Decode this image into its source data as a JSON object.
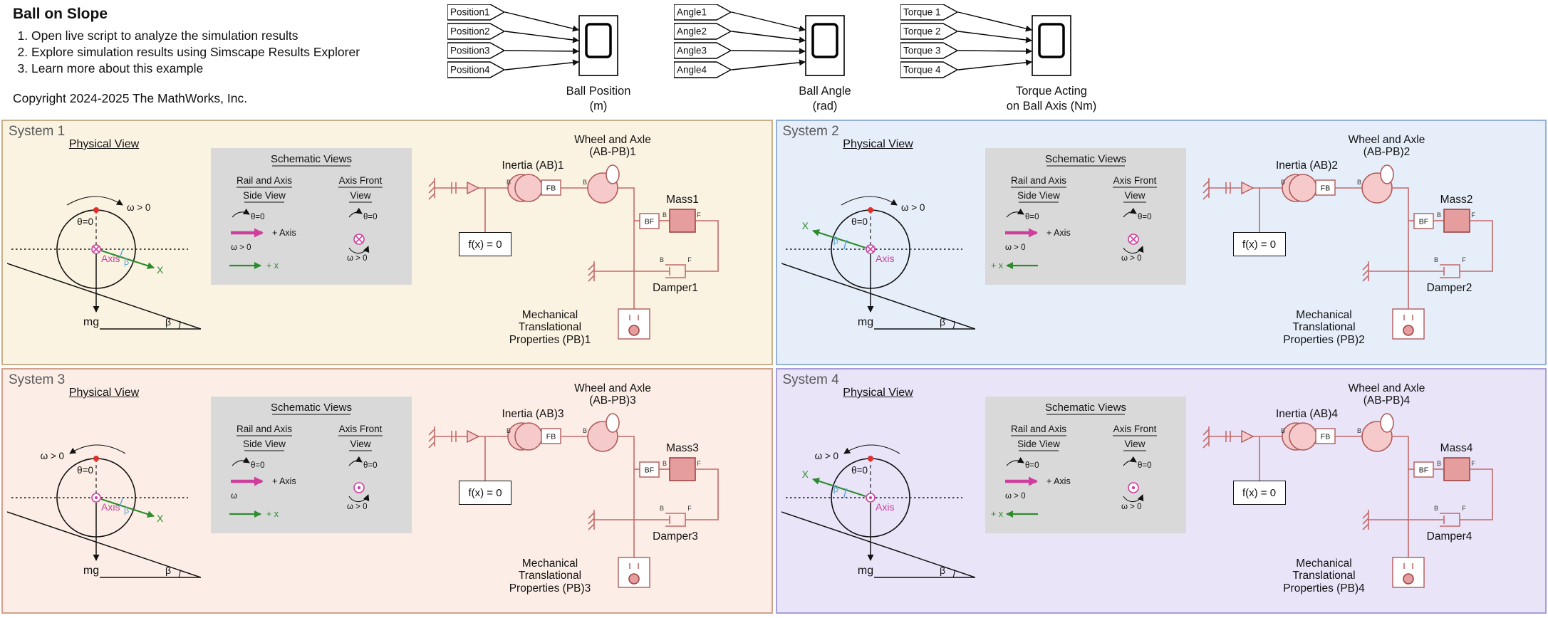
{
  "header": {
    "title": "Ball on Slope",
    "steps": [
      "Open live script to analyze the simulation results",
      "Explore simulation results using Simscape Results Explorer",
      "Learn more about this example"
    ],
    "copyright": "Copyright 2024-2025 The MathWorks, Inc."
  },
  "scopes": [
    {
      "inputs": [
        "Position1",
        "Position2",
        "Position3",
        "Position4"
      ],
      "label1": "Ball Position",
      "label2": "(m)"
    },
    {
      "inputs": [
        "Angle1",
        "Angle2",
        "Angle3",
        "Angle4"
      ],
      "label1": "Ball Angle",
      "label2": "(rad)"
    },
    {
      "inputs": [
        "Torque 1",
        "Torque 2",
        "Torque 3",
        "Torque 4"
      ],
      "label1": "Torque Acting",
      "label2": "on Ball Axis (Nm)"
    }
  ],
  "shared": {
    "physical_view": "Physical View",
    "schematic_views": "Schematic Views",
    "rail_axis_line1": "Rail and Axis",
    "rail_axis_line2": "Side View",
    "axis_front_line1": "Axis Front",
    "axis_front_line2": "View",
    "theta_zero": "θ=0",
    "omega_pos": "ω > 0",
    "axis": "Axis",
    "plus_axis": "+ Axis",
    "plus_x": "+ x",
    "x": "X",
    "mg": "mg",
    "beta": "β",
    "solver": "f(x) = 0",
    "fb": "FB",
    "bf": "BF",
    "port_b": "B",
    "port_f": "F",
    "wheel_axle_line1": "Wheel and Axle",
    "mtp_line1": "Mechanical",
    "mtp_line2": "Translational"
  },
  "systems": [
    {
      "title": "System 1",
      "colors": {
        "bg": "#fbf3e1",
        "border": "#c6b089"
      },
      "variant": {
        "x": "dr",
        "omega": "right",
        "front": "cross",
        "xplus": "right"
      },
      "side_omega": "ω > 0",
      "blocks": {
        "inertia": "Inertia (AB)1",
        "wheel_axle_line2": "(AB-PB)1",
        "mass": "Mass1",
        "damper": "Damper1",
        "mtp_line3": "Properties (PB)1"
      }
    },
    {
      "title": "System 2",
      "colors": {
        "bg": "#e6eef9",
        "border": "#93b1d7"
      },
      "variant": {
        "x": "ul",
        "omega": "right",
        "front": "cross",
        "xplus": "left"
      },
      "side_omega": "ω > 0",
      "blocks": {
        "inertia": "Inertia (AB)2",
        "wheel_axle_line2": "(AB-PB)2",
        "mass": "Mass2",
        "damper": "Damper2",
        "mtp_line3": "Properties (PB)2"
      }
    },
    {
      "title": "System 3",
      "colors": {
        "bg": "#fceee6",
        "border": "#d2a18c"
      },
      "variant": {
        "x": "dr",
        "omega": "left",
        "front": "dot",
        "xplus": "right"
      },
      "side_omega": "ω",
      "blocks": {
        "inertia": "Inertia (AB)3",
        "wheel_axle_line2": "(AB-PB)3",
        "mass": "Mass3",
        "damper": "Damper3",
        "mtp_line3": "Properties (PB)3"
      }
    },
    {
      "title": "System 4",
      "colors": {
        "bg": "#e9e4f8",
        "border": "#a79dd8"
      },
      "variant": {
        "x": "ul",
        "omega": "left",
        "front": "dot",
        "xplus": "left"
      },
      "side_omega": "ω > 0",
      "blocks": {
        "inertia": "Inertia (AB)4",
        "wheel_axle_line2": "(AB-PB)4",
        "mass": "Mass4",
        "damper": "Damper4",
        "mtp_line3": "Properties (PB)4"
      }
    }
  ]
}
